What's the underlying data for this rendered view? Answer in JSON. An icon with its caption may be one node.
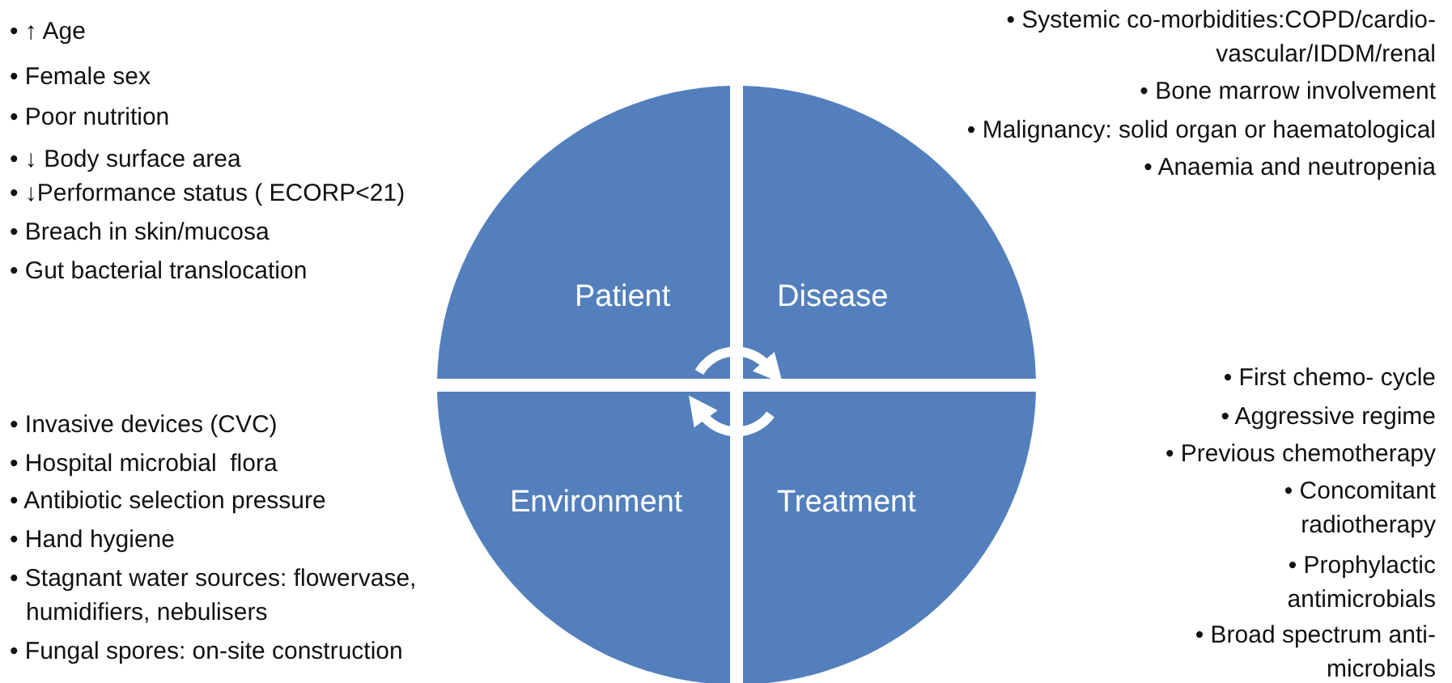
{
  "diagram": {
    "nodes": [
      {
        "text": [
          "Patient"
        ]
      },
      {
        "text": [
          "Disease"
        ]
      },
      {
        "text": [
          "Environment"
        ]
      },
      {
        "text": [
          "Treatment"
        ]
      }
    ],
    "edges": [
      {
        "from": 0,
        "to": 1,
        "arrow": "to"
      },
      {
        "from": 3,
        "to": 2,
        "arrow": "to"
      }
    ],
    "labels": [
      "• ↑ Age",
      "• Female sex",
      "• Poor nutrition",
      "• ↓ Body surface area",
      "• ↓Performance status ( ECORP<21)",
      "• Breach in skin/mucosa",
      "• Gut bacterial translocation",
      "• Systemic co-morbidities:COPD/cardio-vascular/IDDM/renal",
      "• Bone marrow involvement",
      "• Malignancy: solid organ or haematological",
      "• Anaemia and neutropenia",
      "• Invasive devices (CVC)",
      "• Hospital microbial  flora",
      "• Antibiotic selection pressure",
      "• Hand hygiene",
      "• Stagnant water sources: flowervase, humidifiers, nebulisers",
      "• Fungal spores: on-site construction",
      "• First chemo- cycle",
      "• Aggressive regime",
      "• Previous chemotherapy",
      "• Concomitant radiotherapy",
      "• Prophylactic antimicrobials",
      "• Broad spectrum anti-microbials"
    ]
  }
}
